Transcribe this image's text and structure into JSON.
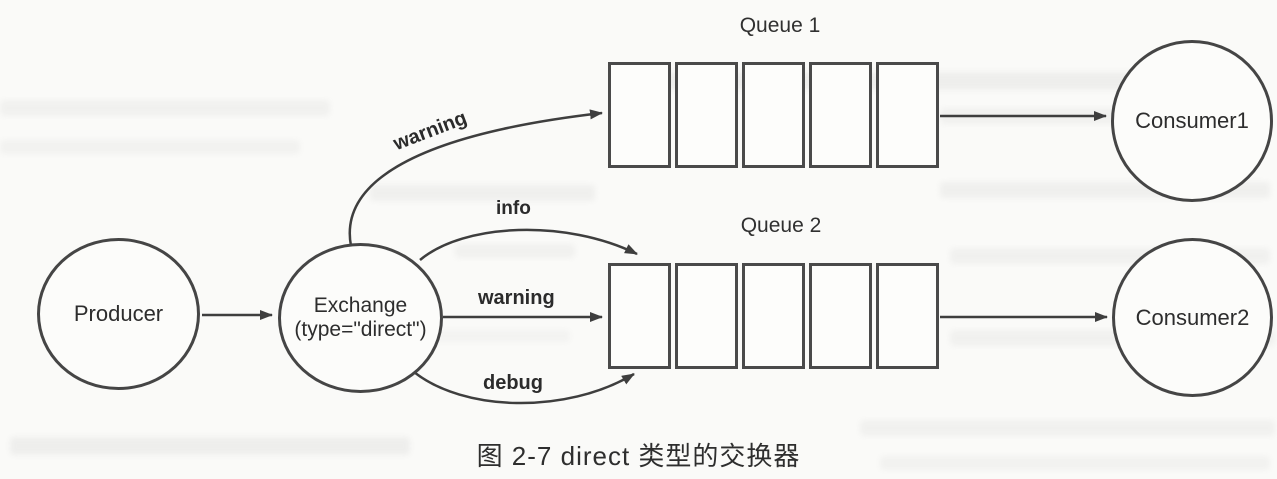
{
  "background_color": "#fafaf8",
  "line_color": "#3e3e3e",
  "diagram": {
    "nodes": {
      "producer": {
        "label": "Producer"
      },
      "exchange": {
        "line1": "Exchange",
        "line2": "(type=\"direct\")"
      },
      "queue1": {
        "label": "Queue 1",
        "cell_count": 5
      },
      "queue2": {
        "label": "Queue 2",
        "cell_count": 5
      },
      "consumer1": {
        "label": "Consumer1"
      },
      "consumer2": {
        "label": "Consumer2"
      }
    },
    "edge_labels": {
      "queue1_warning": "warning",
      "queue2_info": "info",
      "queue2_warning": "warning",
      "queue2_debug": "debug"
    }
  },
  "caption": "图 2-7  direct 类型的交换器"
}
